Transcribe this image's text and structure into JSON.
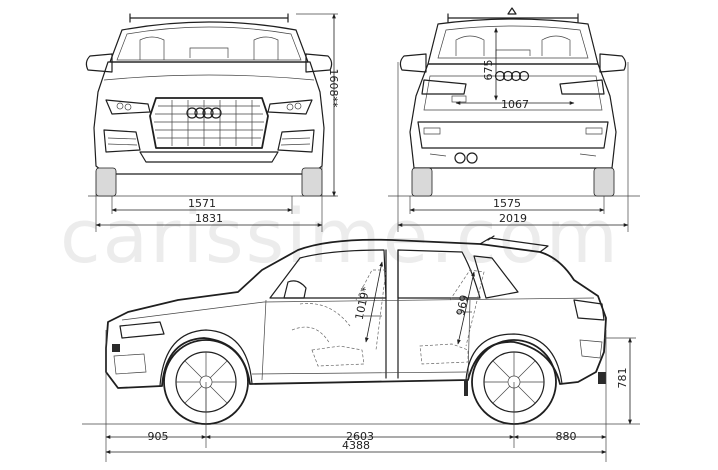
{
  "watermark": "carissime.com",
  "dimensions": {
    "front_track": "1571",
    "front_width": "1831",
    "overall_height": "1608**",
    "rear_window_height": "675",
    "rear_window_width": "1067",
    "rear_track": "1575",
    "width_with_mirrors": "2019",
    "front_headroom": "1019*",
    "rear_headroom": "969",
    "front_overhang": "905",
    "wheelbase": "2603",
    "rear_overhang": "880",
    "overall_length": "4388",
    "loading_sill_height": "781"
  }
}
